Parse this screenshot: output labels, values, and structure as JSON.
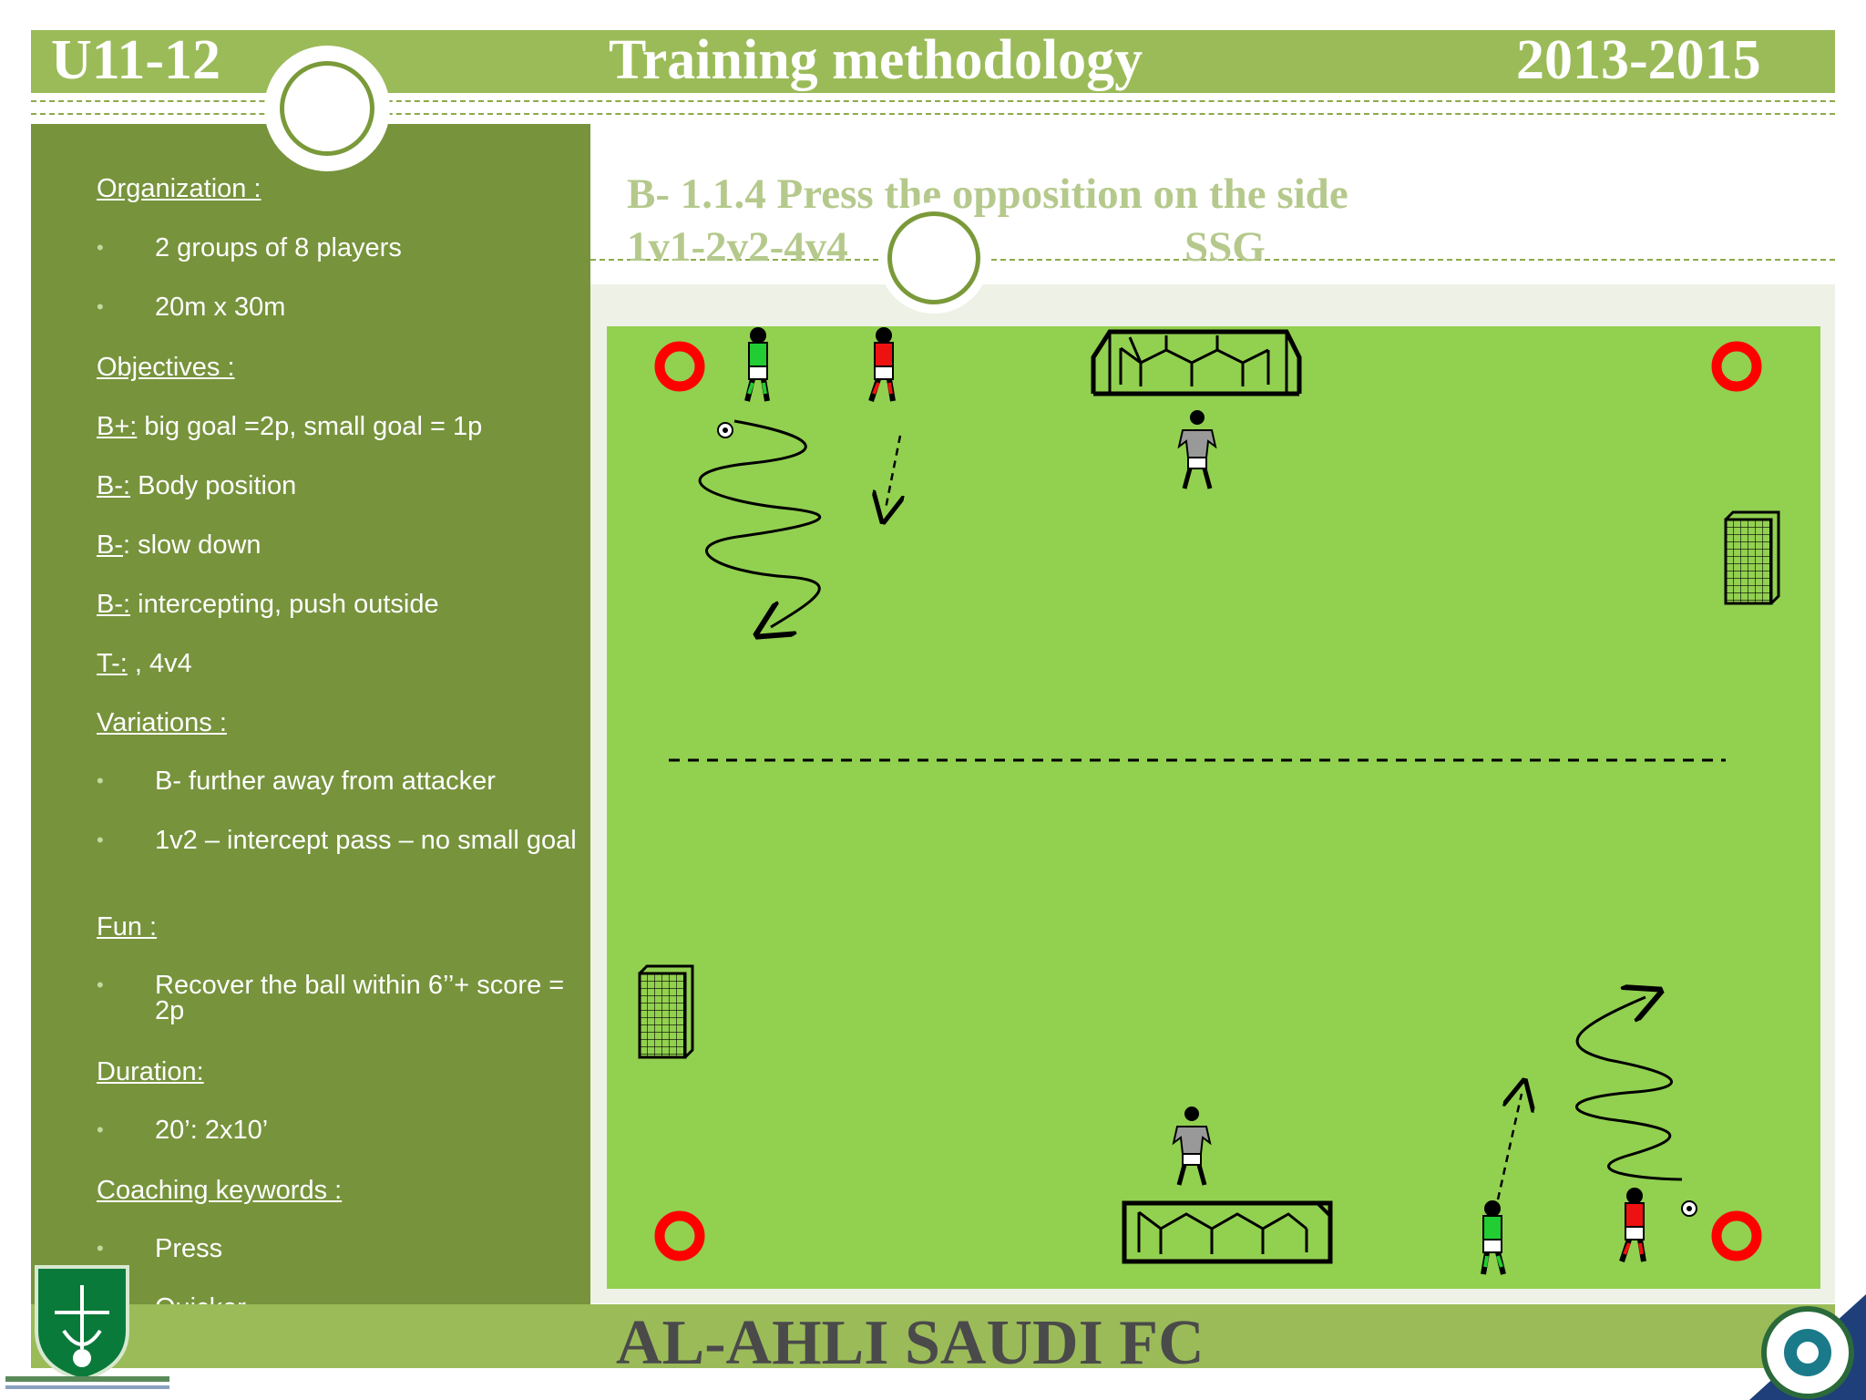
{
  "header": {
    "left": "U11-12",
    "center": "Training methodology",
    "right": "2013-2015"
  },
  "content": {
    "title": "B- 1.1.4 Press the opposition on the side",
    "subtitle_left": "1v1-2v2-4v4",
    "subtitle_right": "SSG"
  },
  "sidebar": {
    "organization_heading": "Organization :",
    "organization_items": [
      "2 groups of 8 players",
      "20m x 30m"
    ],
    "objectives_heading": "Objectives :",
    "objectives": [
      {
        "key": "B+:",
        "text": " big goal =2p, small goal = 1p"
      },
      {
        "key": "B-:",
        "text": " Body position"
      },
      {
        "key": "B-",
        "text": ": slow down"
      },
      {
        "key": "B-:",
        "text": " intercepting, push outside"
      },
      {
        "key": "T-:",
        "text": " , 4v4"
      }
    ],
    "variations_heading": "Variations :",
    "variations_items": [
      "B- further away from attacker",
      "1v2 – intercept pass – no small goal"
    ],
    "fun_heading": "Fun :",
    "fun_items": [
      "Recover the ball within 6’’+ score = 2p"
    ],
    "duration_heading": "Duration:",
    "duration_items": [
      "20’: 2x10’"
    ],
    "keywords_heading": "Coaching keywords :",
    "keywords_items": [
      "Press",
      "Quicker"
    ]
  },
  "footer": {
    "club_name": "AL-AHLI SAUDI FC"
  },
  "colors": {
    "header_green": "#9bbb59",
    "sidebar_green": "#77933c",
    "pitch_green": "#92d050",
    "cone_red": "#ff0000",
    "title_green": "#b5c98c"
  },
  "icons": [
    "cone-icon",
    "big-goal-icon",
    "small-goal-icon",
    "player-green-icon",
    "player-red-icon",
    "goalkeeper-icon",
    "ball-icon",
    "dribble-arrow-icon",
    "pass-arrow-icon",
    "club-crest-icon"
  ]
}
